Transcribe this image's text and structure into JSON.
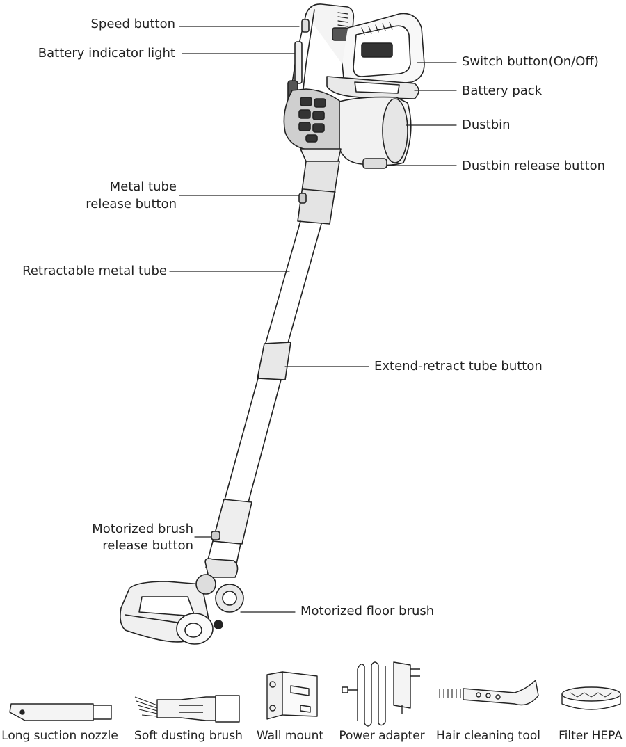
{
  "labels": {
    "speed_button": "Speed button",
    "battery_indicator_light": "Battery indicator light",
    "switch_button": "Switch button(On/Off)",
    "battery_pack": "Battery pack",
    "dustbin": "Dustbin",
    "dustbin_release_button": "Dustbin release button",
    "metal_tube_release_line1": "Metal tube",
    "metal_tube_release_line2": "release button",
    "retractable_metal_tube": "Retractable metal tube",
    "extend_retract_tube_button": "Extend-retract tube button",
    "motorized_brush_release_line1": "Motorized brush",
    "motorized_brush_release_line2": "release button",
    "motorized_floor_brush": "Motorized floor brush"
  },
  "accessories": [
    {
      "label": "Long suction nozzle",
      "icon": "long-suction-nozzle-icon"
    },
    {
      "label": "Soft dusting brush",
      "icon": "soft-dusting-brush-icon"
    },
    {
      "label": "Wall mount",
      "icon": "wall-mount-icon"
    },
    {
      "label": "Power adapter",
      "icon": "power-adapter-icon"
    },
    {
      "label": "Hair cleaning tool",
      "icon": "hair-cleaning-tool-icon"
    },
    {
      "label": "Filter HEPA",
      "icon": "filter-hepa-icon"
    }
  ]
}
